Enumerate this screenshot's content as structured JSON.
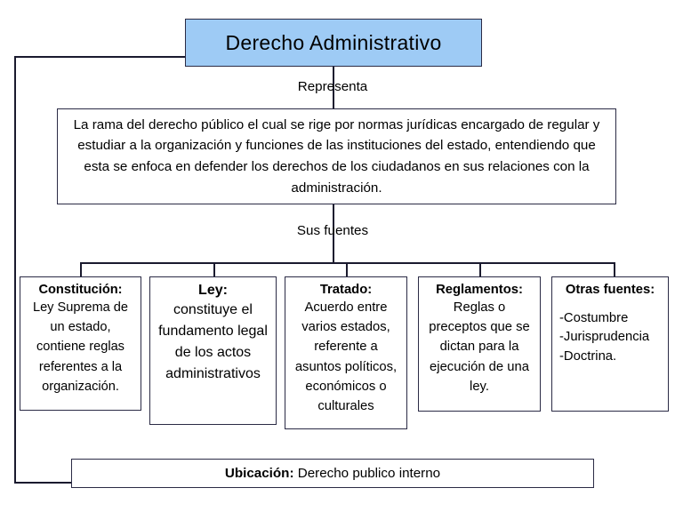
{
  "diagram": {
    "title": "Derecho  Administrativo",
    "edge_labels": {
      "represents": "Representa",
      "sources": "Sus fuentes"
    },
    "description": "La rama del derecho público el cual se rige por normas jurídicas encargado de regular y estudiar a la organización y funciones de las instituciones del estado, entendiendo que esta se enfoca en defender los derechos de los ciudadanos en sus relaciones con la administración.",
    "sources": [
      {
        "heading": "Constitución:",
        "body": "Ley Suprema de un estado, contiene reglas referentes a la organización."
      },
      {
        "heading": "Ley:",
        "body": "constituye el fundamento legal de los actos administrativos"
      },
      {
        "heading": "Tratado:",
        "body": "Acuerdo entre varios estados, referente a asuntos políticos, económicos o culturales"
      },
      {
        "heading": "Reglamentos:",
        "body": "Reglas o preceptos que se dictan para la ejecución de una ley."
      },
      {
        "heading": "Otras fuentes:",
        "items": [
          "-Costumbre",
          "-Jurisprudencia",
          "-Doctrina."
        ]
      }
    ],
    "location": {
      "label": "Ubicación:",
      "value": " Derecho publico interno"
    },
    "colors": {
      "title_fill": "#9ECBF5",
      "border": "#2b2b45",
      "background": "#ffffff",
      "text": "#000000"
    }
  }
}
